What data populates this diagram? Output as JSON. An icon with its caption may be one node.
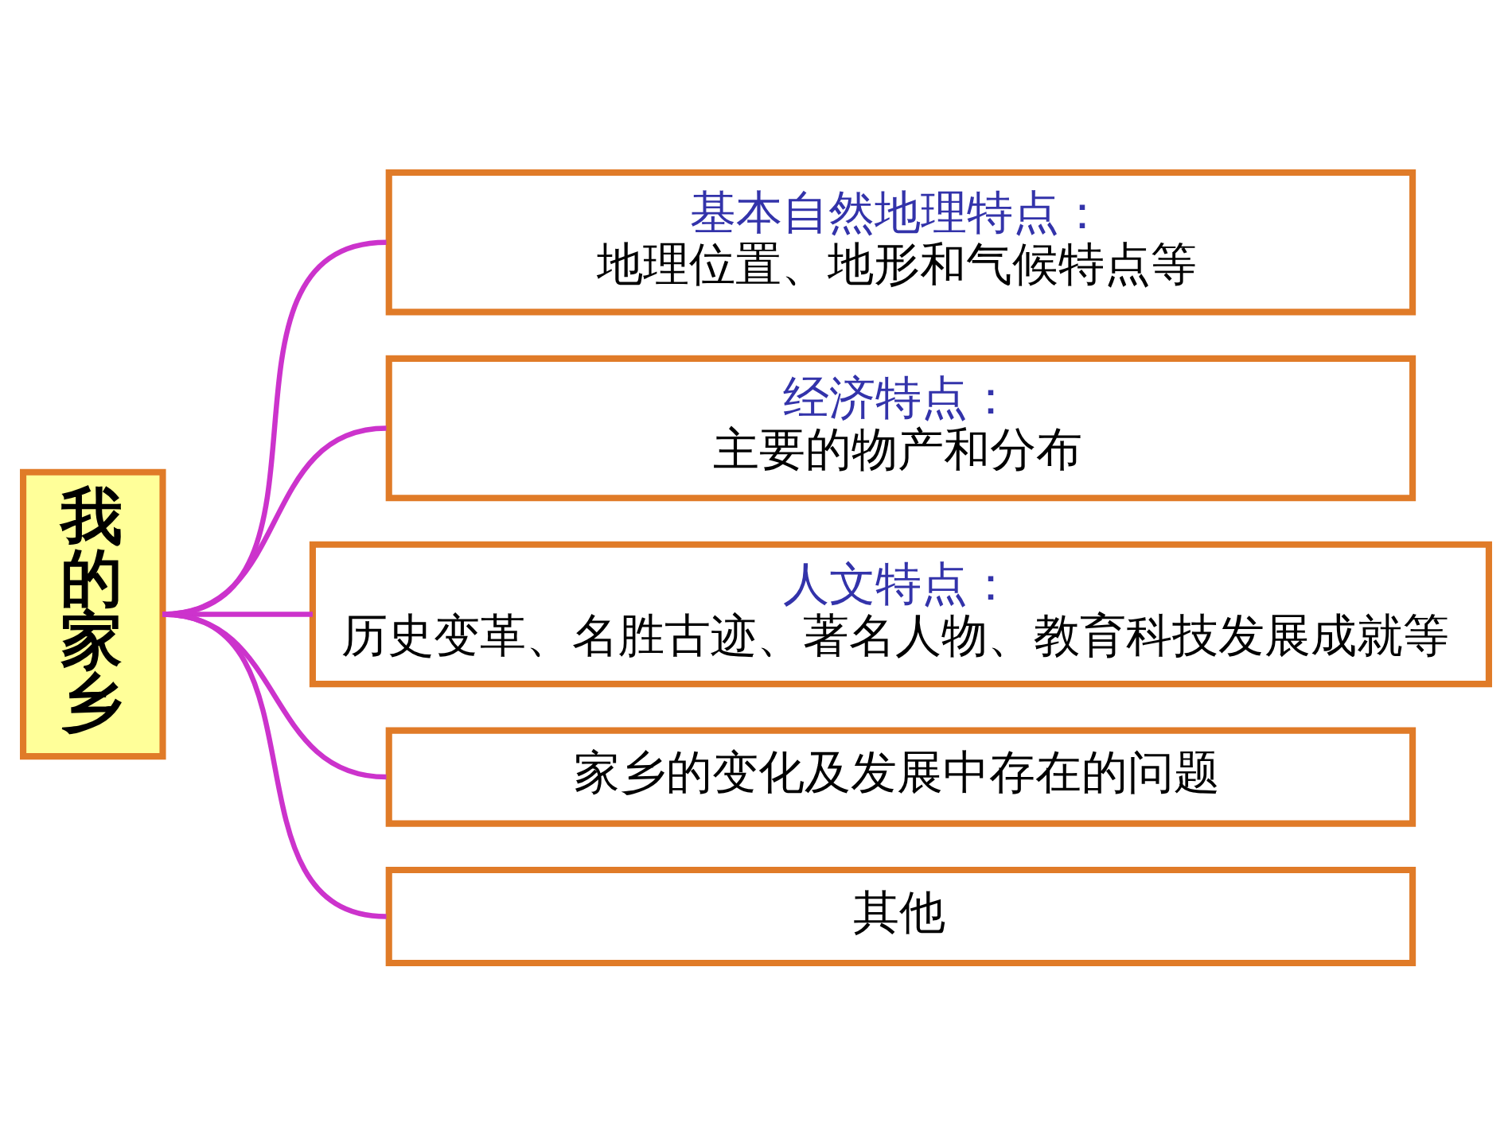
{
  "diagram": {
    "nodes": [
      {
        "text": [
          "我的家乡"
        ]
      },
      {
        "text": [
          "基本自然地理特点：",
          "地理位置、地形和气候特点等"
        ]
      },
      {
        "text": [
          "经济特点：",
          "主要的物产和分布"
        ]
      },
      {
        "text": [
          "人文特点：",
          "历史变革、名胜古迹、著名人物、教育科技发展成就等"
        ]
      },
      {
        "text": [
          "家乡的变化及发展中存在的问题"
        ]
      },
      {
        "text": [
          "其他"
        ]
      }
    ],
    "edges": [
      {
        "from": 0,
        "to": 1,
        "arrow": "none",
        "color": "#cc33cc"
      },
      {
        "from": 0,
        "to": 2,
        "arrow": "none",
        "color": "#cc33cc"
      },
      {
        "from": 0,
        "to": 3,
        "arrow": "none",
        "color": "#cc33cc"
      },
      {
        "from": 0,
        "to": 4,
        "arrow": "none",
        "color": "#cc33cc"
      },
      {
        "from": 0,
        "to": 5,
        "arrow": "none",
        "color": "#cc33cc"
      }
    ]
  }
}
